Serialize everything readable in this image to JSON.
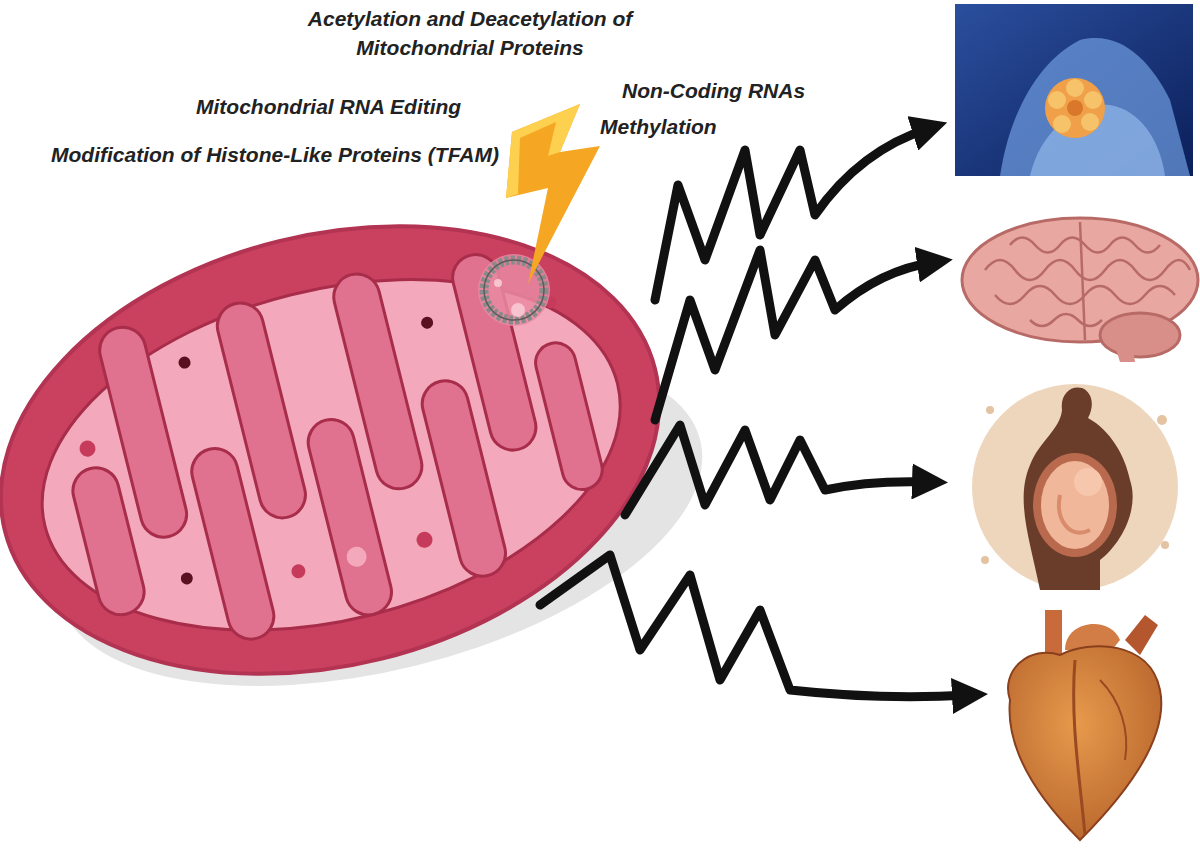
{
  "diagram": {
    "labels": [
      "Acetylation and Deacetylation of Mitochondrial Proteins",
      "Non-Coding RNAs",
      "Mitochondrial RNA Editing",
      "Methylation",
      "Modification of Histone-Like Proteins (TFAM)"
    ]
  }
}
